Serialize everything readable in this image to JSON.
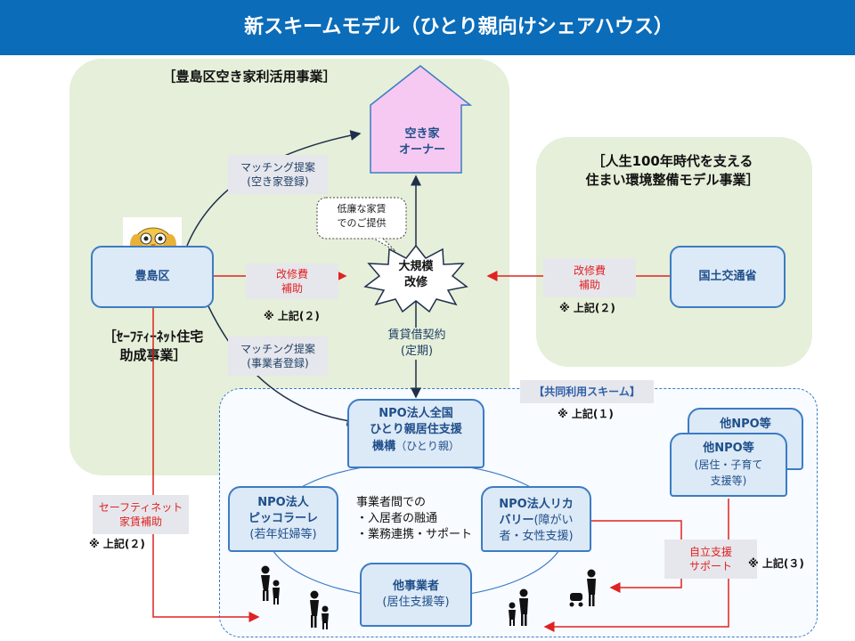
{
  "title": "新スキームモデル（ひとり親向けシェアハウス）",
  "regions": {
    "akiya": "［豊島区空き家利活用事業］",
    "jinsei": "［人生100年時代を支える\n住まい環境整備モデル事業］",
    "safety_net": "［ｾｰﾌﾃｨｰﾈｯﾄ住宅\n助成事業］",
    "kyodo": "【共同利用スキーム】"
  },
  "nodes": {
    "owner": "空き家\nオーナー",
    "toshima": "豊島区",
    "mlit": "国土交通省",
    "renovation": "大規模\n改修",
    "hitorioya_title": "NPO法人全国\nひとり親居住支援\n機構",
    "hitorioya_sub": "（ひとり親）",
    "piccolare_title": "NPO法人\nピッコラーレ",
    "piccolare_sub": "(若年妊婦等)",
    "recovery_title": "NPO法人リカ\nバリー",
    "recovery_sub1": "(障がい",
    "recovery_sub2": "者・女性支援)",
    "other_biz_title": "他事業者",
    "other_biz_sub": "(居住支援等)",
    "other_npo_back": "他NPO等",
    "other_npo_title": "他NPO等",
    "other_npo_sub": "(居住・子育て\n支援等)"
  },
  "notes": {
    "matching_akiya": "マッチング提案\n(空き家登録)",
    "matching_biz": "マッチング提案\n(事業者登録)",
    "kaishu_left": "改修費\n補助",
    "kaishu_right": "改修費\n補助",
    "teirenna": "低廉な家賃\nでのご提供",
    "lease": "賃貸借契約\n(定期)",
    "safety_rent": "セーフティネット\n家賃補助",
    "jiritsu": "自立支援\nサポート",
    "coop": "事業者間での\n・入居者の融通\n・業務連携・サポート"
  },
  "refs": {
    "ref2_left": "※ 上記(２)",
    "ref2_right": "※ 上記(２)",
    "ref2_bottom": "※ 上記(２)",
    "ref1": "※ 上記(１)",
    "ref3": "※ 上記(３)"
  },
  "colors": {
    "title_bar": "#0b6cb9",
    "green_region": "#e6efd9",
    "house_fill": "#f6c9f2",
    "node_fill": "#dce9f7",
    "node_border": "#3b7cc3",
    "arrow_red": "#e02222",
    "arrow_dark": "#1f3f66"
  }
}
